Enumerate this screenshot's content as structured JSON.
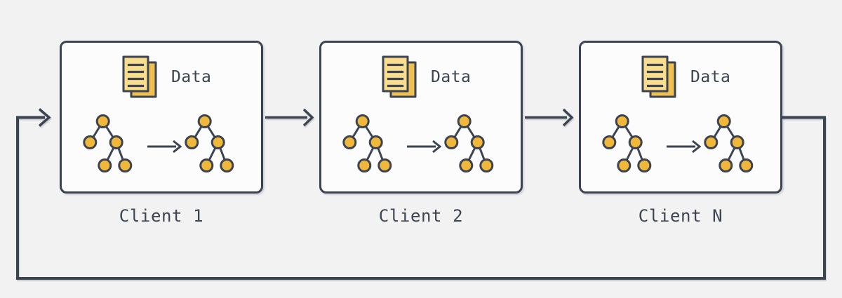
{
  "diagram": {
    "clients": [
      {
        "label": "Client 1",
        "data_label": "Data"
      },
      {
        "label": "Client 2",
        "data_label": "Data"
      },
      {
        "label": "Client N",
        "data_label": "Data"
      }
    ],
    "icons": {
      "documents-icon": "two stacked yellow paper sheets with horizontal text lines",
      "tree-transform-icon": "binary tree, right arrow, binary tree (tree update motif)",
      "arrow-right-icon": "open-head right arrow connector between client boxes",
      "cycle-loop-arrow": "feedback loop line from last client around bottom back into first client"
    },
    "colors": {
      "background": "#f2f2f3",
      "box_fill": "#fcfcfc",
      "stroke_dark": "#3b4450",
      "node_yellow": "#f1b73a",
      "doc_front": "#fadd8d",
      "doc_back": "#f0c050"
    }
  }
}
